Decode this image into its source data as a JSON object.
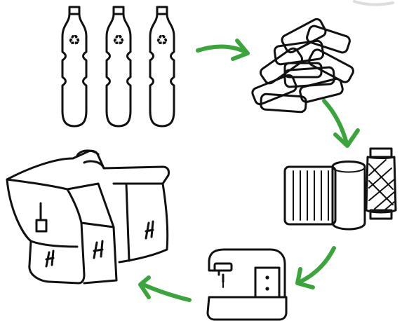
{
  "colors": {
    "arrow": "#3aa53a",
    "outline": "#111111",
    "background": "#ffffff"
  },
  "steps": [
    {
      "id": "plastic-bottles",
      "icon": "plastic-bottle-icon"
    },
    {
      "id": "plastic-flakes",
      "icon": "plastic-flakes-icon"
    },
    {
      "id": "fabric-rolls",
      "icon": "fabric-roll-icon"
    },
    {
      "id": "sewing-machine",
      "icon": "sewing-machine-icon"
    },
    {
      "id": "pannier-bag",
      "icon": "pannier-bag-icon"
    }
  ],
  "recycle_symbol": "♻"
}
